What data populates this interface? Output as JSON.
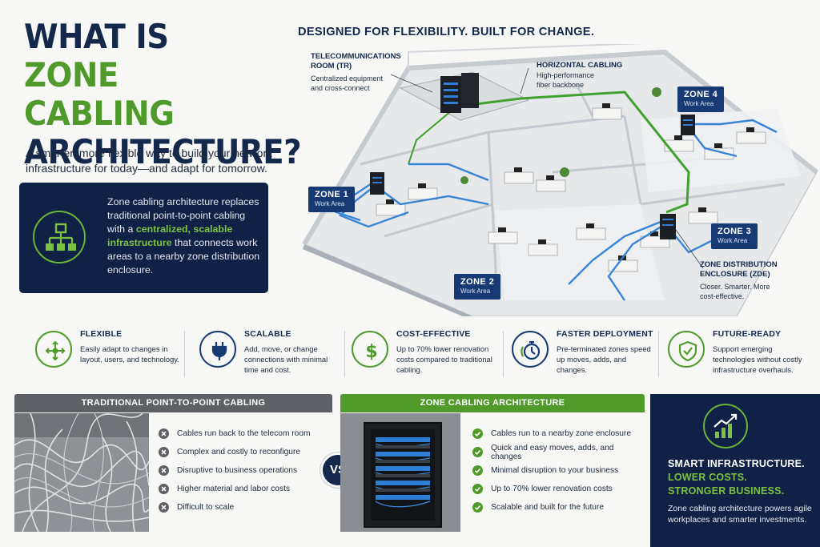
{
  "colors": {
    "navy": "#13284a",
    "navy_box": "#0f2245",
    "green": "#4f9a2a",
    "blue_tag": "#173a75",
    "cable_blue": "#2f7fd6",
    "fiber_green": "#3fa12e",
    "gray_header": "#5d6165"
  },
  "title": {
    "line1": "WHAT IS",
    "line2": "ZONE CABLING",
    "line3": "ARCHITECTURE?"
  },
  "subtitle": "A smarter, more flexible way to build your network infrastructure for today—and adapt for tomorrow.",
  "intro": {
    "icon": "network-hierarchy-icon",
    "before": "Zone cabling architecture replaces traditional point-to-point cabling with a ",
    "highlight": "centralized, scalable infrastructure",
    "after": " that connects work areas to a nearby zone distribution enclosure."
  },
  "diagram": {
    "heading": "DESIGNED FOR FLEXIBILITY. BUILT FOR CHANGE.",
    "telecom_room": {
      "title1": "TELECOMMUNICATIONS",
      "title2": "ROOM (TR)",
      "desc1": "Centralized equipment",
      "desc2": "and cross-connect"
    },
    "horizontal": {
      "title": "HORIZONTAL CABLING",
      "desc1": "High-performance",
      "desc2": "fiber backbone"
    },
    "zde": {
      "title1": "ZONE DISTRIBUTION",
      "title2": "ENCLOSURE (ZDE)",
      "desc1": "Closer. Smarter. More",
      "desc2": "cost-effective."
    },
    "zones": [
      {
        "label": "ZONE 1",
        "sub": "Work Area"
      },
      {
        "label": "ZONE 2",
        "sub": "Work Area"
      },
      {
        "label": "ZONE 3",
        "sub": "Work Area"
      },
      {
        "label": "ZONE 4",
        "sub": "Work Area"
      }
    ]
  },
  "benefits": [
    {
      "icon": "arrows-expand-icon",
      "title": "FLEXIBLE",
      "desc": "Easily adapt to changes in layout, users, and technology."
    },
    {
      "icon": "plug-icon",
      "title": "SCALABLE",
      "desc": "Add, move, or change connections with minimal time and cost."
    },
    {
      "icon": "dollar-icon",
      "title": "COST-EFFECTIVE",
      "desc": "Up to 70% lower renovation costs compared to traditional cabling."
    },
    {
      "icon": "stopwatch-icon",
      "title": "FASTER DEPLOYMENT",
      "desc": "Pre-terminated zones speed up moves, adds, and changes."
    },
    {
      "icon": "shield-check-icon",
      "title": "FUTURE-READY",
      "desc": "Support emerging technologies without costly infrastructure overhauls."
    }
  ],
  "traditional": {
    "heading": "TRADITIONAL POINT-TO-POINT CABLING",
    "items": [
      "Cables run back to the telecom room",
      "Complex and costly to reconfigure",
      "Disruptive to business operations",
      "Higher material and labor costs",
      "Difficult to scale"
    ]
  },
  "vs_label": "VS",
  "zone_cabling": {
    "heading": "ZONE CABLING ARCHITECTURE",
    "items": [
      "Cables run to a nearby zone enclosure",
      "Quick and easy moves, adds, and changes",
      "Minimal disruption to your business",
      "Up to 70% lower renovation costs",
      "Scalable and built for the future"
    ]
  },
  "smart": {
    "icon": "growth-chart-icon",
    "line1": "SMART INFRASTRUCTURE.",
    "line2": "LOWER COSTS.",
    "line3": "STRONGER BUSINESS.",
    "desc": "Zone cabling architecture powers agile workplaces and smarter investments."
  }
}
